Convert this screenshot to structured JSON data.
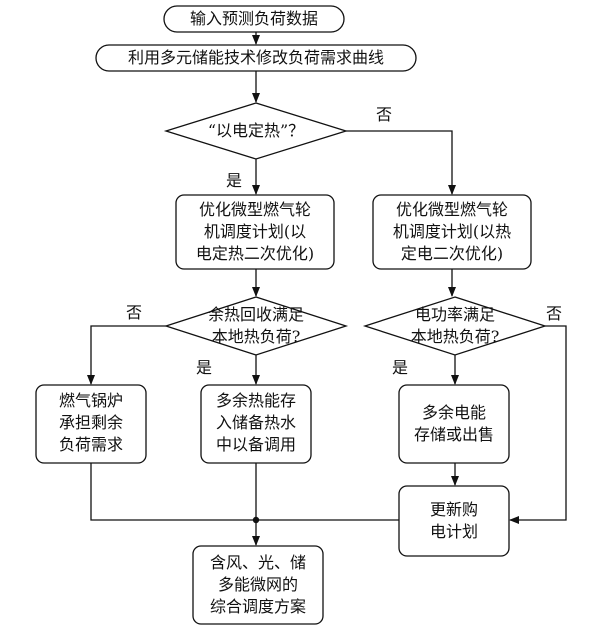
{
  "nodes": {
    "input": "输入预测负荷数据",
    "modify": "利用多元储能技术修改负荷需求曲线",
    "decision_heat": "“以电定热”？",
    "opt_left": "优化微型燃气轮\n机调度计划(以\n电定热二次优化)",
    "opt_right": "优化微型燃气轮\n机调度计划(以热\n定电二次优化)",
    "decision_left": "余热回收满足\n本地热负荷?",
    "decision_right": "电功率满足\n本地热负荷?",
    "boiler": "燃气锅炉\n承担剩余\n负荷需求",
    "store_heat": "多余热能存\n入储备热水\n中以备调用",
    "store_power": "多余电能\n存储或出售",
    "update": "更新购\n电计划",
    "final": "含风、光、储\n多能微网的\n综合调度方案"
  },
  "labels": {
    "yes": "是",
    "no": "否"
  }
}
